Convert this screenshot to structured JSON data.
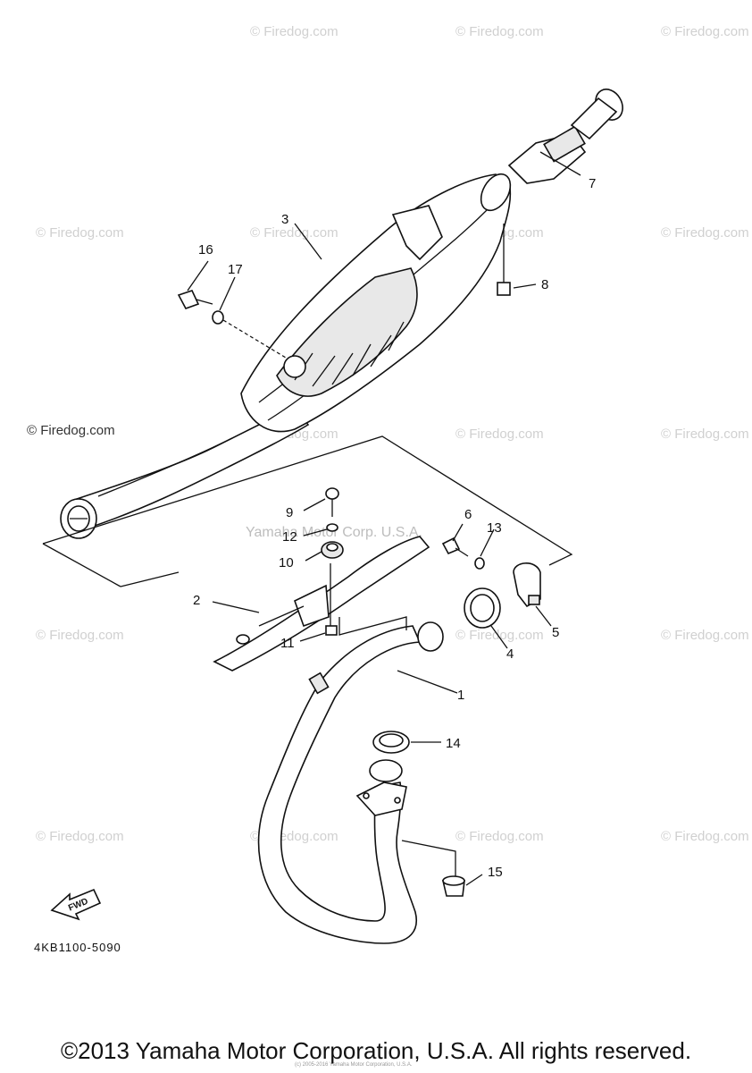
{
  "watermark": {
    "site_text": "Firedog.com",
    "copyright_mark": "© Firedog.com",
    "center_text": "Yamaha Motor Corp. U.S.A."
  },
  "callouts": {
    "c1": "1",
    "c2": "2",
    "c3": "3",
    "c4": "4",
    "c5": "5",
    "c6": "6",
    "c7": "7",
    "c8": "8",
    "c9": "9",
    "c10": "10",
    "c11": "11",
    "c12": "12",
    "c13": "13",
    "c14": "14",
    "c15": "15",
    "c16": "16",
    "c17": "17"
  },
  "fwd_label": "FWD",
  "diagram_code": "4KB1100-5090",
  "footer": {
    "copyright": "©2013 Yamaha Motor Corporation, U.S.A. All rights reserved.",
    "faint_credit": "(c) 2005-2016 Yamaha Motor Corporation, U.S.A."
  }
}
